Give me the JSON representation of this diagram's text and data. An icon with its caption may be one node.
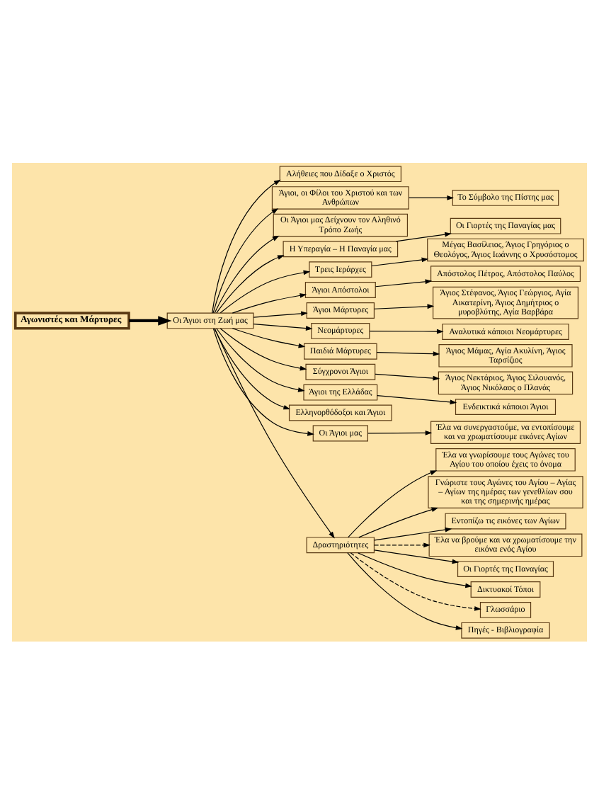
{
  "diagram": {
    "nodes": [
      {
        "text": [
          "Αγωνιστές και Μάρτυρες"
        ]
      },
      {
        "text": [
          "Οι Άγιοι στη Ζωή μας"
        ]
      },
      {
        "text": [
          "Αλήθειες που Δίδαξε ο Χριστός"
        ]
      },
      {
        "text": [
          "Άγιοι, οι Φίλοι του Χριστού και των Ανθρώπων"
        ]
      },
      {
        "text": [
          "Το Σύμβολο της Πίστης μας"
        ]
      },
      {
        "text": [
          "Οι Άγιοι μας Δείχνουν τον Αληθινό Τρόπο Ζωής"
        ]
      },
      {
        "text": [
          "Η Υπεραγία – Η Παναγία μας"
        ]
      },
      {
        "text": [
          "Οι Γιορτές της Παναγίας μας"
        ]
      },
      {
        "text": [
          "Τρεις Ιεράρχες"
        ]
      },
      {
        "text": [
          "Μέγας Βασίλειος, Άγιος Γρηγόριος ο Θεολόγος, Άγιος Ιωάννης ο Χρυσόστομος"
        ]
      },
      {
        "text": [
          "Άγιοι Απόστολοι"
        ]
      },
      {
        "text": [
          "Απόστολος Πέτρος, Απόστολος Παύλος"
        ]
      },
      {
        "text": [
          "Άγιοι Μάρτυρες"
        ]
      },
      {
        "text": [
          "Άγιος Στέφανος, Άγιος Γεώργιος, Αγία Αικατερίνη, Άγιος Δημήτριος ο μυροβλύτης, Αγία Βαρβάρα"
        ]
      },
      {
        "text": [
          "Νεομάρτυρες"
        ]
      },
      {
        "text": [
          "Αναλυτικά κάποιοι Νεομάρτυρες"
        ]
      },
      {
        "text": [
          "Παιδιά Μάρτυρες"
        ]
      },
      {
        "text": [
          "Άγιος Μάμας, Αγία Ακυλίνη, Άγιος Ταρσίζιος"
        ]
      },
      {
        "text": [
          "Σύγχρονοι Άγιοι"
        ]
      },
      {
        "text": [
          "Άγιος Νεκτάριος, Άγιος Σιλουανός, Άγιος Νικόλαος ο Πλανάς"
        ]
      },
      {
        "text": [
          "Άγιοι της Ελλάδας"
        ]
      },
      {
        "text": [
          "Ενδεικτικά κάποιοι Άγιοι"
        ]
      },
      {
        "text": [
          "Ελληνορθόδοξοι και Άγιοι"
        ]
      },
      {
        "text": [
          "Οι Άγιοι μας"
        ]
      },
      {
        "text": [
          "Έλα να συνεργαστούμε, να εντοπίσουμε και να χρωματίσουμε εικόνες Αγίων"
        ]
      },
      {
        "text": [
          "Δραστηριότητες"
        ]
      },
      {
        "text": [
          "Έλα να γνωρίσουμε τους Αγώνες του Αγίου του οποίου έχεις το όνομα"
        ]
      },
      {
        "text": [
          "Γνώριστε τους Αγώνες του Αγίου – Αγίας – Αγίων της ημέρας των γενεθλίων σου και της σημερινής ημέρας"
        ]
      },
      {
        "text": [
          "Εντοπίζω τις εικόνες των Αγίων"
        ]
      },
      {
        "text": [
          "Έλα να βρούμε και να χρωματίσουμε την εικόνα ενός Αγίου"
        ]
      },
      {
        "text": [
          "Οι Γιορτές της Παναγίας"
        ]
      },
      {
        "text": [
          "Δικτυακοί Τόποι"
        ]
      },
      {
        "text": [
          "Γλωσσάριο"
        ]
      },
      {
        "text": [
          "Πηγές - Βιβλιογραφία"
        ]
      }
    ],
    "edges": [
      {
        "from": 0,
        "to": 1,
        "arrow": "to",
        "style": "thick"
      },
      {
        "from": 1,
        "to": 2,
        "arrow": "to"
      },
      {
        "from": 1,
        "to": 3,
        "arrow": "to"
      },
      {
        "from": 3,
        "to": 4,
        "arrow": "to"
      },
      {
        "from": 1,
        "to": 5,
        "arrow": "to"
      },
      {
        "from": 1,
        "to": 6,
        "arrow": "to"
      },
      {
        "from": 6,
        "to": 7,
        "arrow": "to"
      },
      {
        "from": 1,
        "to": 8,
        "arrow": "to"
      },
      {
        "from": 8,
        "to": 9,
        "arrow": "to"
      },
      {
        "from": 1,
        "to": 10,
        "arrow": "to"
      },
      {
        "from": 10,
        "to": 11,
        "arrow": "to"
      },
      {
        "from": 1,
        "to": 12,
        "arrow": "to"
      },
      {
        "from": 12,
        "to": 13,
        "arrow": "to"
      },
      {
        "from": 1,
        "to": 14,
        "arrow": "to"
      },
      {
        "from": 14,
        "to": 15,
        "arrow": "to"
      },
      {
        "from": 1,
        "to": 16,
        "arrow": "to"
      },
      {
        "from": 16,
        "to": 17,
        "arrow": "to"
      },
      {
        "from": 1,
        "to": 18,
        "arrow": "to"
      },
      {
        "from": 18,
        "to": 19,
        "arrow": "to"
      },
      {
        "from": 1,
        "to": 20,
        "arrow": "to"
      },
      {
        "from": 20,
        "to": 21,
        "arrow": "to"
      },
      {
        "from": 1,
        "to": 22,
        "arrow": "to"
      },
      {
        "from": 1,
        "to": 23,
        "arrow": "to"
      },
      {
        "from": 23,
        "to": 24,
        "arrow": "to"
      },
      {
        "from": 1,
        "to": 25,
        "arrow": "to"
      },
      {
        "from": 25,
        "to": 26,
        "arrow": "to"
      },
      {
        "from": 25,
        "to": 27,
        "arrow": "to"
      },
      {
        "from": 25,
        "to": 28,
        "arrow": "to"
      },
      {
        "from": 25,
        "to": 29,
        "arrow": "to",
        "style": "dashed"
      },
      {
        "from": 25,
        "to": 30,
        "arrow": "to"
      },
      {
        "from": 25,
        "to": 31,
        "arrow": "to"
      },
      {
        "from": 25,
        "to": 32,
        "arrow": "to",
        "style": "dashed"
      },
      {
        "from": 25,
        "to": 33,
        "arrow": "to"
      }
    ]
  }
}
